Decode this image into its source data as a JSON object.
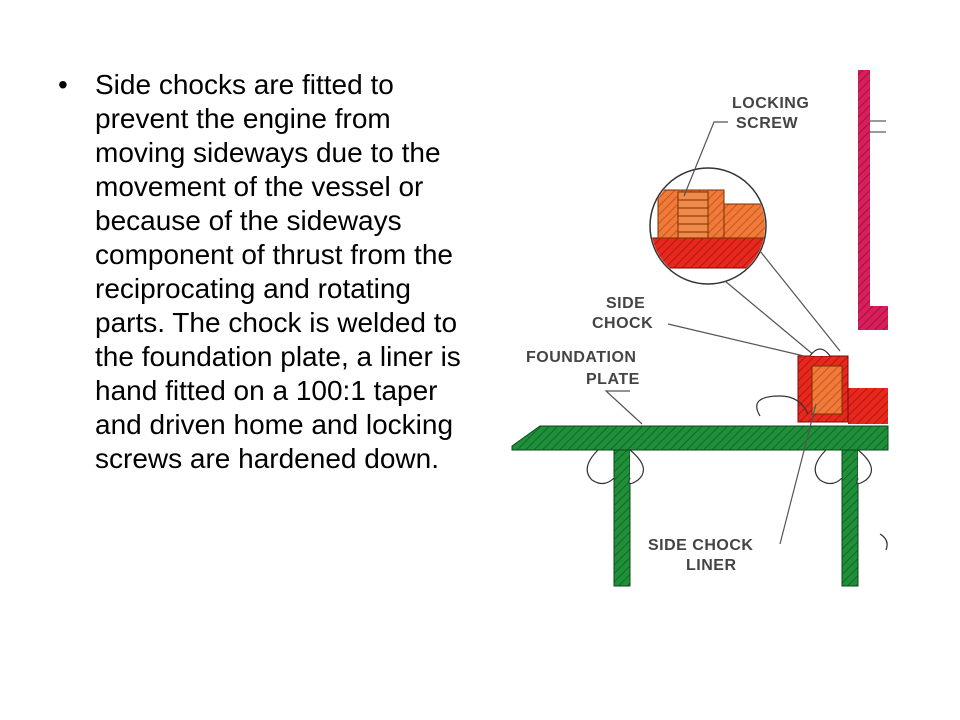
{
  "slide": {
    "bullet_text": "Side chocks are fitted to prevent the engine from moving sideways due to the movement of the vessel or because of the sideways component of thrust from the reciprocating and rotating parts. The chock is welded to the foundation plate, a liner is hand fitted on a 100:1 taper and driven home and locking screws are hardened down."
  },
  "diagram": {
    "labels": {
      "locking_screw_line1": "LOCKING",
      "locking_screw_line2": "SCREW",
      "side_chock_line1": "SIDE",
      "side_chock_line2": "CHOCK",
      "foundation_plate_line1": "FOUNDATION",
      "foundation_plate_line2": "PLATE",
      "side_chock_liner_line1": "SIDE CHOCK",
      "side_chock_liner_line2": "LINER"
    },
    "colors": {
      "green": "#1f8f3a",
      "orange": "#f07a3a",
      "red": "#e8281e",
      "magenta": "#d81e5b",
      "line": "#555555"
    }
  }
}
